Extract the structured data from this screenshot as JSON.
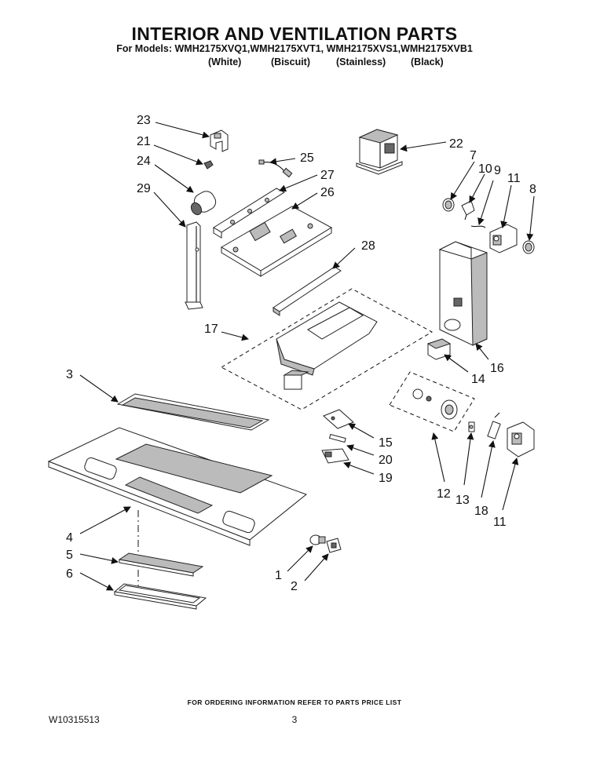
{
  "header": {
    "title": "INTERIOR AND VENTILATION PARTS",
    "models_line": "For Models: WMH2175XVQ1,WMH2175XVT1, WMH2175XVS1,WMH2175XVB1",
    "variants": [
      "(White)",
      "(Biscuit)",
      "(Stainless)",
      "(Black)"
    ]
  },
  "callouts": [
    "23",
    "21",
    "24",
    "29",
    "25",
    "27",
    "26",
    "22",
    "7",
    "10",
    "9",
    "11",
    "8",
    "28",
    "17",
    "16",
    "14",
    "3",
    "15",
    "20",
    "19",
    "12",
    "13",
    "18",
    "11",
    "4",
    "5",
    "6",
    "1",
    "2"
  ],
  "footer": {
    "ordering_note": "FOR ORDERING INFORMATION REFER TO PARTS PRICE LIST",
    "doc_number": "W10315513",
    "page_number": "3"
  }
}
